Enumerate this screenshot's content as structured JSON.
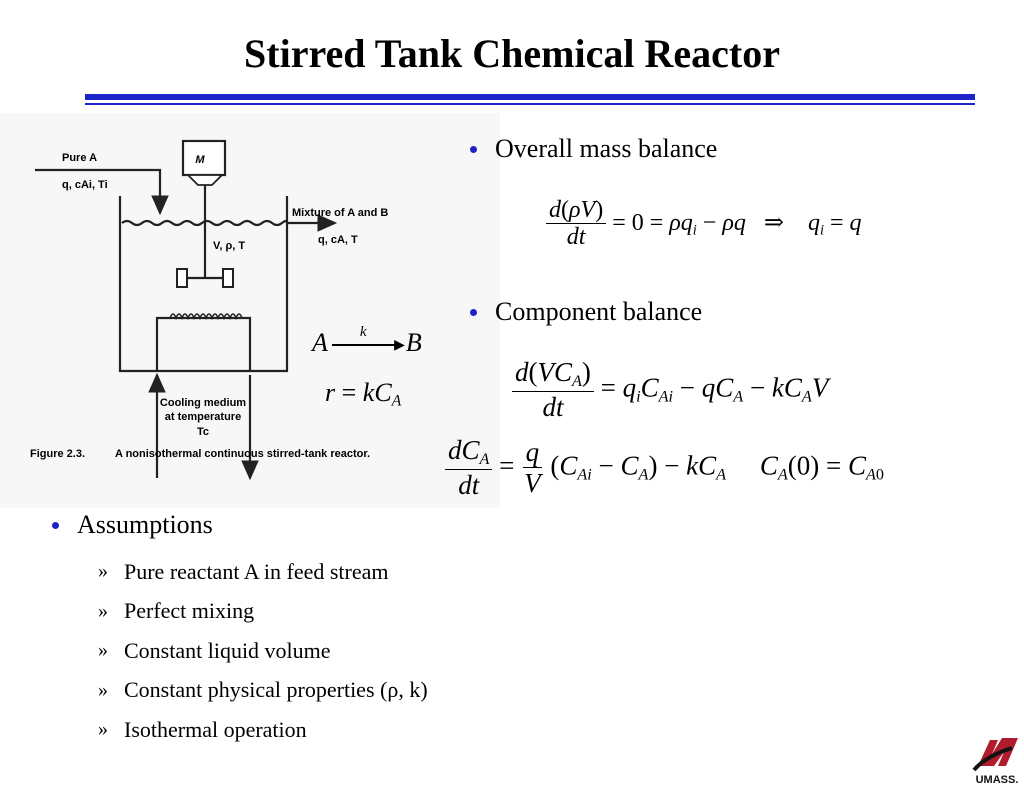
{
  "slide": {
    "title": "Stirred Tank Chemical Reactor"
  },
  "figure": {
    "feed_label": "Pure A",
    "feed_vars": "q, cAi, Ti",
    "motor_label": "M",
    "outlet_label": "Mixture of A and B",
    "outlet_vars": "q, cA, T",
    "tank_vars": "V, ρ, T",
    "coolant_label_1": "Cooling medium",
    "coolant_label_2": "at temperature",
    "coolant_temp": "Tc",
    "caption_number": "Figure 2.3.",
    "caption_text": "A nonisothermal continuous stirred-tank reactor."
  },
  "reaction": {
    "reactant": "A",
    "product": "B",
    "rate_constant": "k",
    "rate_law": "r = kCA"
  },
  "bullets": {
    "overall": "Overall mass balance",
    "component": "Component balance",
    "assumptions": "Assumptions"
  },
  "equations": {
    "mass_balance": "d(ρV)/dt = 0 = ρqi − ρq ⇒ qi = q",
    "component_balance": "d(VCA)/dt = qiCAi − qCA − kCAV",
    "concentration_ode": "dCA/dt = q/V (CAi − CA) − kCA",
    "initial_condition": "CA(0) = CA0"
  },
  "assumptions": [
    "Pure reactant A in feed stream",
    "Perfect mixing",
    "Constant liquid volume",
    "Constant physical properties (ρ, k)",
    "Isothermal operation"
  ],
  "logo": {
    "text": "UMASS.",
    "color": "#b01c2e"
  },
  "colors": {
    "accent": "#1c23c8"
  }
}
